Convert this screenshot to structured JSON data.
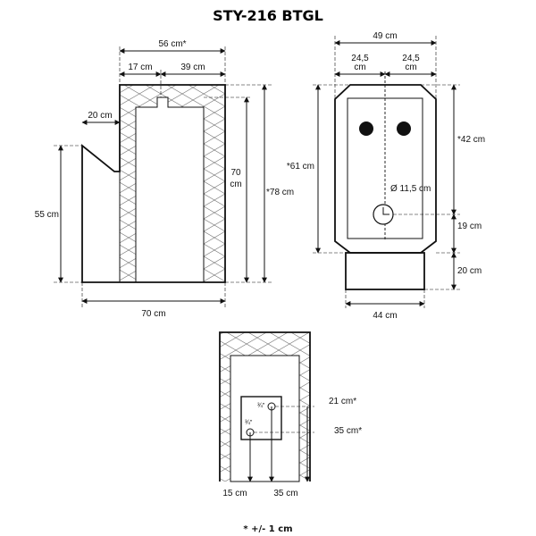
{
  "title": "STY-216 BTGL",
  "footnote": "* +/- 1 cm",
  "side_view": {
    "top_width": "56 cm*",
    "left_part": "17 cm",
    "right_part": "39 cm",
    "step": "20 cm",
    "front_height": "55 cm",
    "inner_height_1": "70",
    "inner_height_2": "cm",
    "total_height": "*78 cm",
    "base_width": "70 cm"
  },
  "front_view": {
    "total_width": "49 cm",
    "half_left_1": "24,5",
    "half_left_2": "cm",
    "half_right_1": "24,5",
    "half_right_2": "cm",
    "body_height": "*61 cm",
    "upper_height": "*42 cm",
    "hole_diameter": "Ø 11,5 cm",
    "hole_height": "19 cm",
    "base_height": "20 cm",
    "base_width": "44 cm"
  },
  "back_view": {
    "pipe_label_top": "¾\"",
    "pipe_label_bottom": "¾\"",
    "upper_connection": "21 cm*",
    "lower_connection": "35 cm*",
    "left_offset": "15 cm",
    "right_offset": "35 cm"
  }
}
